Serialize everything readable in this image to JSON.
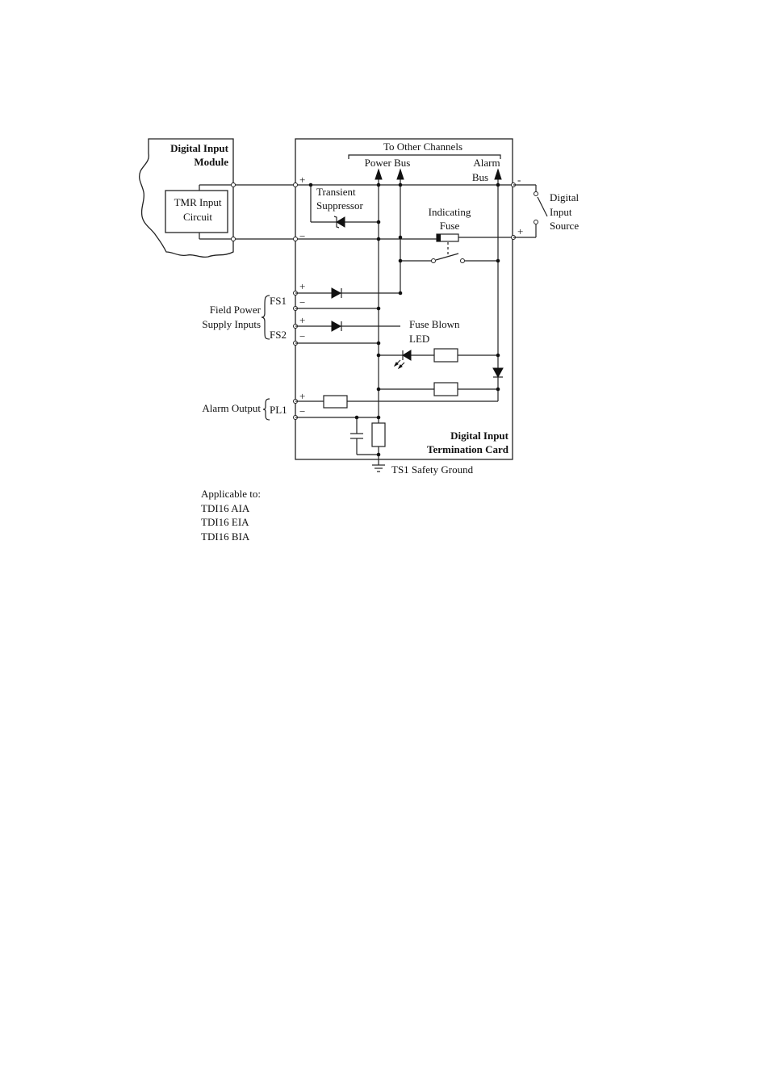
{
  "module": {
    "title_line1": "Digital Input",
    "title_line2": "Module",
    "circuit_line1": "TMR Input",
    "circuit_line2": "Circuit"
  },
  "card": {
    "title_line1": "Digital Input",
    "title_line2": "Termination Card"
  },
  "bus": {
    "other_channels": "To Other Channels",
    "power_bus": "Power Bus",
    "alarm_line1": "Alarm",
    "alarm_line2": "Bus"
  },
  "components": {
    "transient_line1": "Transient",
    "transient_line2": "Suppressor",
    "fuse_line1": "Indicating",
    "fuse_line2": "Fuse",
    "led_line1": "Fuse Blown",
    "led_line2": "LED"
  },
  "source": {
    "line1": "Digital",
    "line2": "Input",
    "line3": "Source"
  },
  "field_power": {
    "line1": "Field Power",
    "line2": "Supply Inputs",
    "fs1": "FS1",
    "fs2": "FS2"
  },
  "alarm_output": {
    "label": "Alarm Output",
    "pl1": "PL1"
  },
  "ground": {
    "label": "TS1 Safety Ground"
  },
  "signs": {
    "plus": "+",
    "minus": "−",
    "dash": "-"
  },
  "applicable": {
    "heading": "Applicable to:",
    "items": [
      "TDI16 AIA",
      "TDI16 EIA",
      "TDI16 BIA"
    ]
  }
}
